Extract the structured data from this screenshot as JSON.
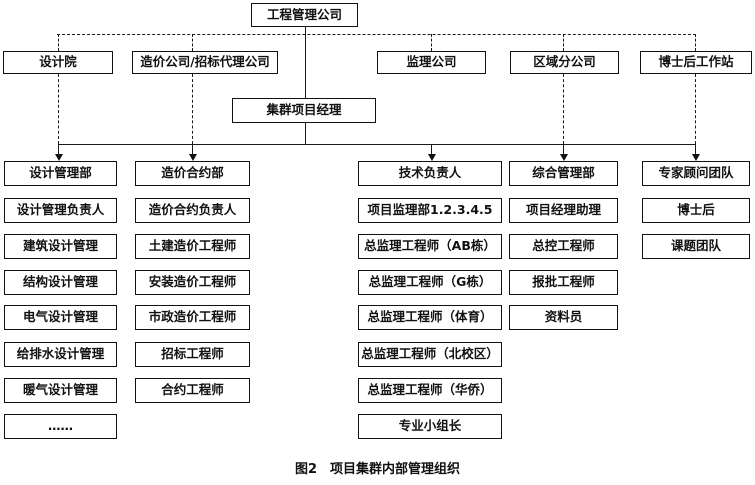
{
  "diagram": {
    "root": {
      "label": "工程管理公司"
    },
    "external": [
      {
        "label": "设计院"
      },
      {
        "label": "造价公司/招标代理公司"
      },
      {
        "label": "监理公司"
      },
      {
        "label": "区域分公司"
      },
      {
        "label": "博士后工作站"
      }
    ],
    "manager": {
      "label": "集群项目经理"
    },
    "columns": [
      {
        "header": "设计管理部",
        "items": [
          "设计管理负责人",
          "建筑设计管理",
          "结构设计管理",
          "电气设计管理",
          "给排水设计管理",
          "暖气设计管理",
          "……"
        ]
      },
      {
        "header": "造价合约部",
        "items": [
          "造价合约负责人",
          "土建造价工程师",
          "安装造价工程师",
          "市政造价工程师",
          "招标工程师",
          "合约工程师"
        ]
      },
      {
        "header": "技术负责人",
        "items": [
          "项目监理部1.2.3.4.5",
          "总监理工程师（AB栋）",
          "总监理工程师（G栋）",
          "总监理工程师（体育）",
          "总监理工程师（北校区）",
          "总监理工程师（华侨）",
          "专业小组长"
        ]
      },
      {
        "header": "综合管理部",
        "items": [
          "项目经理助理",
          "总控工程师",
          "报批工程师",
          "资料员"
        ]
      },
      {
        "header": "专家顾问团队",
        "items": [
          "博士后",
          "课题团队"
        ]
      }
    ],
    "caption": "图2　项目集群内部管理组织",
    "colors": {
      "background": "#ffffff",
      "box_fill": "#ffffff",
      "box_border": "#111111",
      "line": "#1a1a1a",
      "text": "#111111"
    }
  }
}
